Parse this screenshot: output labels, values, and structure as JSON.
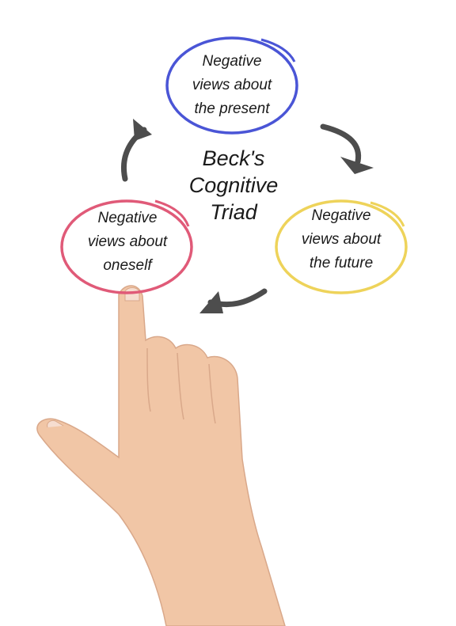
{
  "diagram": {
    "title_lines": [
      "Beck's",
      "Cognitive",
      "Triad"
    ],
    "nodes": [
      {
        "id": "present",
        "lines": [
          "Negative",
          "views about",
          "the present"
        ],
        "color": "#4a55d6"
      },
      {
        "id": "future",
        "lines": [
          "Negative",
          "views about",
          "the future"
        ],
        "color": "#eed35a"
      },
      {
        "id": "oneself",
        "lines": [
          "Negative",
          "views about",
          "oneself"
        ],
        "color": "#e05a78"
      }
    ],
    "edges": [
      {
        "from": "present",
        "to": "future"
      },
      {
        "from": "future",
        "to": "oneself"
      },
      {
        "from": "oneself",
        "to": "present"
      }
    ],
    "arrow_color": "#4d4d4d",
    "skin_color": "#f1c6a6"
  }
}
